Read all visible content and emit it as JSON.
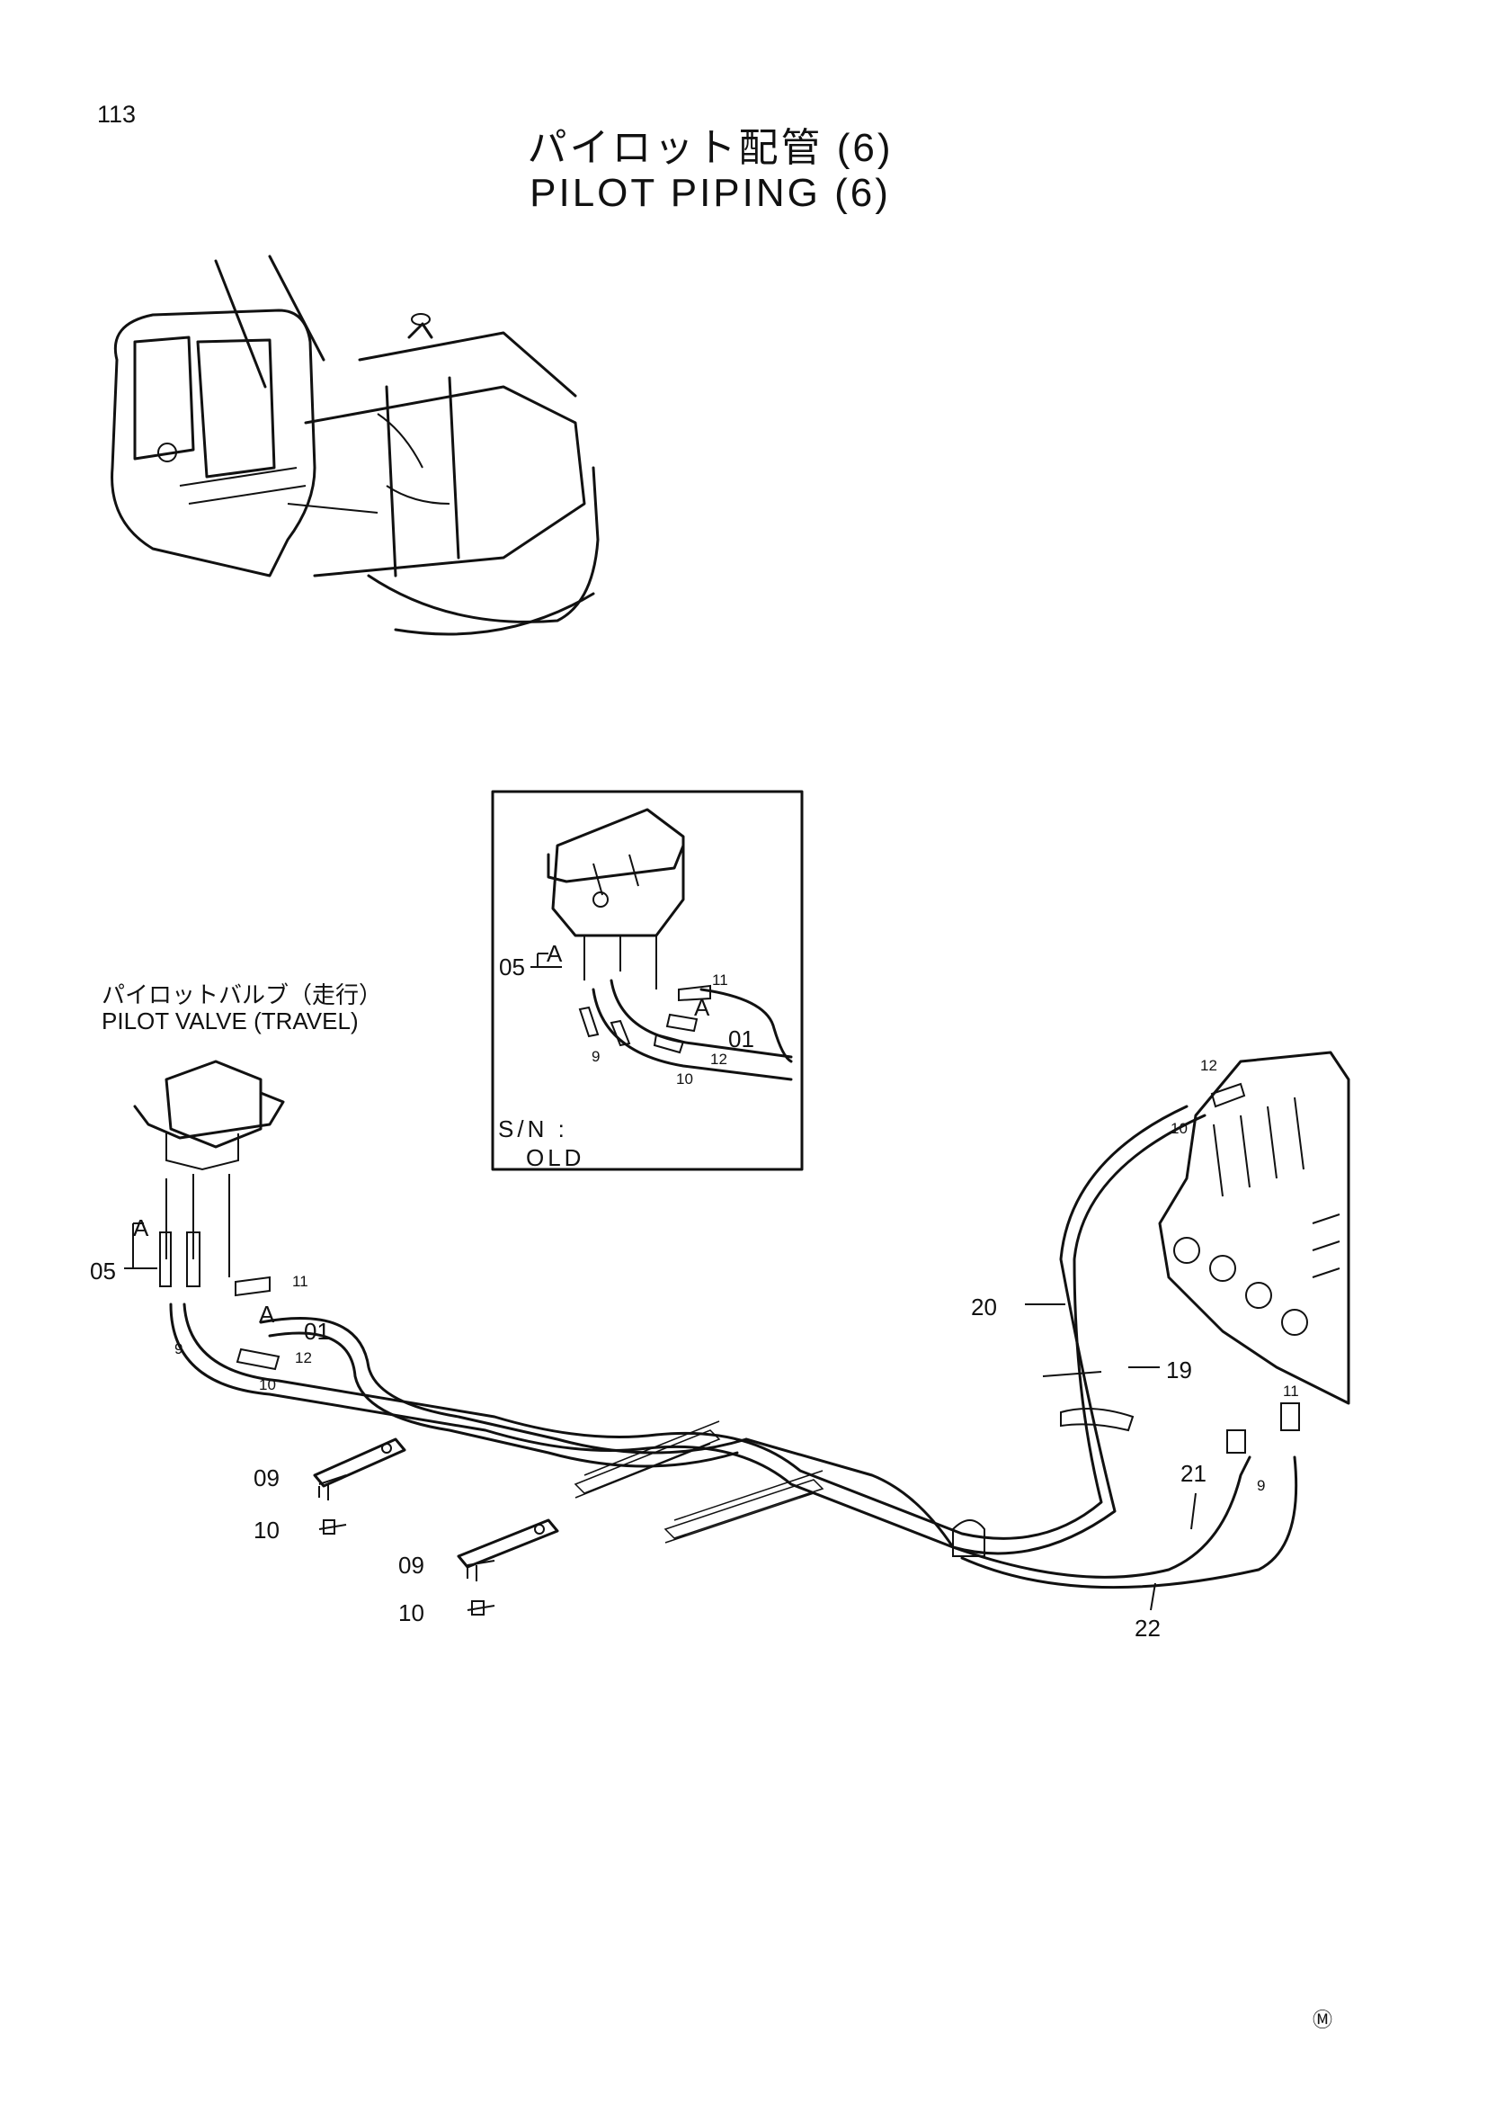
{
  "page_number": "113",
  "title_jp": "パイロット配管 (6)",
  "title_en": "PILOT PIPING (6)",
  "component_label_jp": "パイロットバルブ（走行）",
  "component_label_en": "PILOT VALVE (TRAVEL)",
  "inset": {
    "sn_label": "S/N :",
    "sn_value": "OLD",
    "callouts": [
      "05",
      "A",
      "A",
      "01",
      "11",
      "12",
      "10",
      "9"
    ]
  },
  "main_callouts": [
    "05",
    "A",
    "A",
    "01",
    "11",
    "12",
    "10",
    "9",
    "09",
    "10",
    "09",
    "10",
    "20",
    "19",
    "21",
    "22",
    "12",
    "10",
    "9",
    "11"
  ],
  "footer_mark": "Ⓜ"
}
